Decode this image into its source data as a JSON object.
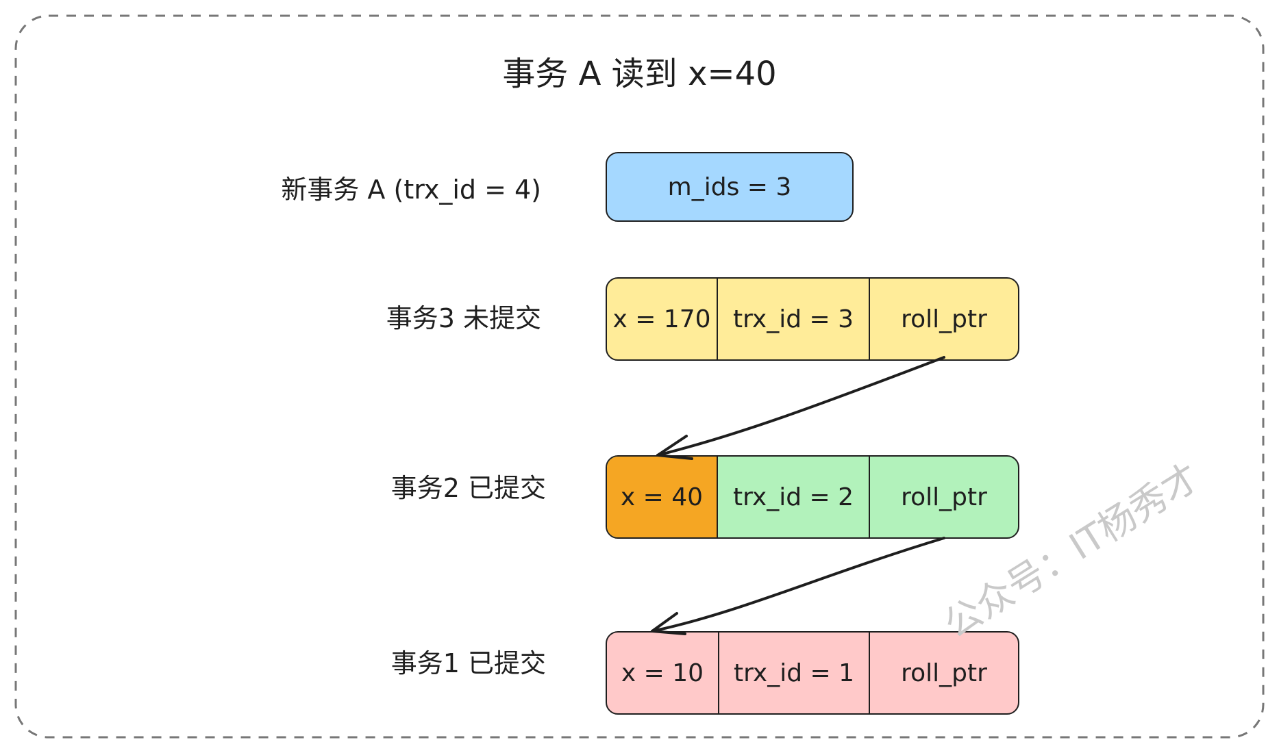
{
  "title": "事务 A 读到 x=40",
  "new_txn_label": "新事务 A (trx_id = 4)",
  "read_view": {
    "text": "m_ids = 3",
    "color": "#a5d8ff"
  },
  "versions": [
    {
      "label": "事务3 未提交",
      "cells": [
        "x = 170",
        "trx_id = 3",
        "roll_ptr"
      ],
      "color": "#ffec99",
      "highlight_color": "#ffec99"
    },
    {
      "label": "事务2 已提交",
      "cells": [
        "x = 40",
        "trx_id = 2",
        "roll_ptr"
      ],
      "color": "#b2f2bb",
      "highlight_color": "#f5a623"
    },
    {
      "label": "事务1 已提交",
      "cells": [
        "x = 10",
        "trx_id = 1",
        "roll_ptr"
      ],
      "color": "#ffc9c9",
      "highlight_color": "#ffc9c9"
    }
  ],
  "watermark": "公众号：IT杨秀才"
}
